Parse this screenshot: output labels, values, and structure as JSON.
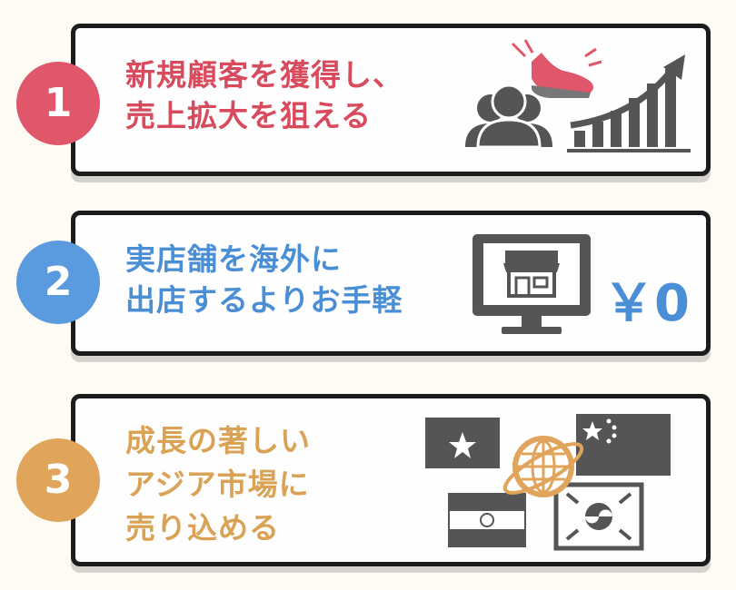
{
  "items": [
    {
      "number": "1",
      "lines": [
        "新規顧客を獲得し、",
        "売上拡大を狙える"
      ]
    },
    {
      "number": "2",
      "lines": [
        "実店舗を海外に",
        "出店するよりお手軽"
      ]
    },
    {
      "number": "3",
      "lines": [
        "成長の著しい",
        "アジア市場に",
        "売り込める"
      ]
    }
  ],
  "cost_label": "￥0",
  "colors": {
    "item1": "#e0566a",
    "item2": "#5a9ade",
    "item3": "#e0a45a",
    "icon": "#555555"
  },
  "icons": [
    "people-icon",
    "sneaker-icon",
    "growth-chart-icon",
    "monitor-store-icon",
    "flag-icons",
    "globe-icon"
  ]
}
